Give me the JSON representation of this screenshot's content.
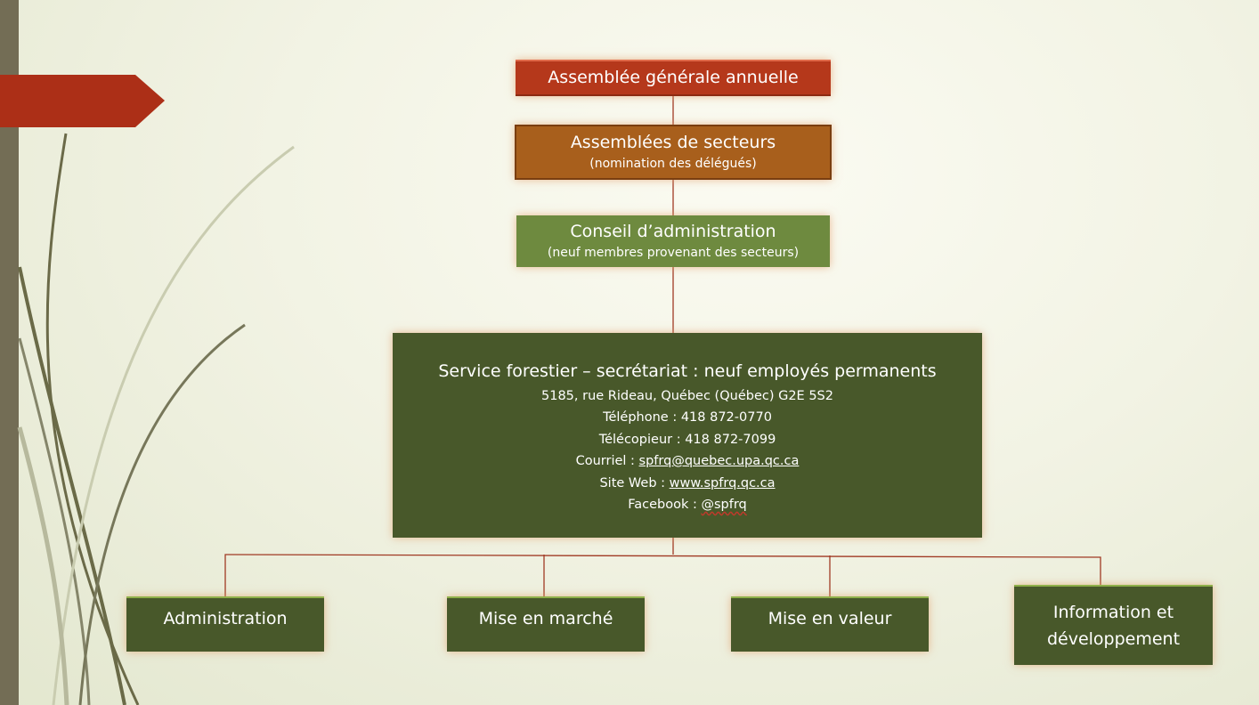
{
  "colors": {
    "red_box": "#b5381b",
    "orange_box": "#a85f1c",
    "light_green_box": "#6e8a3f",
    "dark_green_box": "#48582a",
    "connector": "#a03a24",
    "side_bar": "#736d55"
  },
  "org_chart": {
    "level1": {
      "title": "Assemblée générale annuelle"
    },
    "level2": {
      "title": "Assemblées de secteurs",
      "subtitle": "(nomination des délégués)"
    },
    "level3": {
      "title": "Conseil d’administration",
      "subtitle": "(neuf membres provenant des secteurs)"
    },
    "secretariat": {
      "title": "Service forestier – secrétariat : neuf employés permanents",
      "address": "5185, rue Rideau, Québec (Québec) G2E 5S2",
      "phone": "Téléphone : 418 872-0770",
      "fax": "Télécopieur : 418 872-7099",
      "email_label": "Courriel : ",
      "email": "spfrq@quebec.upa.qc.ca",
      "web_label": "Site Web : ",
      "web": "www.spfrq.qc.ca",
      "facebook_label": "Facebook : ",
      "facebook": "@spfrq"
    },
    "departments": [
      {
        "label": "Administration"
      },
      {
        "label": "Mise en marché"
      },
      {
        "label": "Mise en valeur"
      },
      {
        "label": "Information et développement"
      }
    ]
  }
}
